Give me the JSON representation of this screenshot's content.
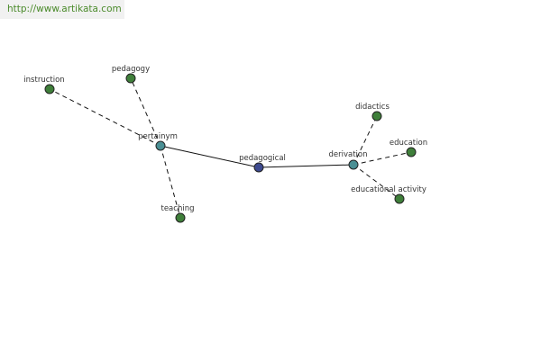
{
  "header": {
    "site_url": "http://www.artikata.com"
  },
  "colors": {
    "center_node": "#3d4a8f",
    "relation_node": "#4a8f94",
    "leaf_node": "#3f7f3a",
    "url_text": "#4a8a2a"
  },
  "graph": {
    "nodes": [
      {
        "id": "pedagogical",
        "label": "pedagogical",
        "kind": "center"
      },
      {
        "id": "pertainym",
        "label": "pertainym",
        "kind": "relation"
      },
      {
        "id": "derivation",
        "label": "derivation",
        "kind": "relation"
      },
      {
        "id": "instruction",
        "label": "instruction",
        "kind": "leaf"
      },
      {
        "id": "pedagogy",
        "label": "pedagogy",
        "kind": "leaf"
      },
      {
        "id": "teaching",
        "label": "teaching",
        "kind": "leaf"
      },
      {
        "id": "didactics",
        "label": "didactics",
        "kind": "leaf"
      },
      {
        "id": "education",
        "label": "education",
        "kind": "leaf"
      },
      {
        "id": "educational-activity",
        "label": "educational activity",
        "kind": "leaf"
      }
    ],
    "edges": [
      {
        "from": "pedagogical",
        "to": "pertainym",
        "style": "solid"
      },
      {
        "from": "pedagogical",
        "to": "derivation",
        "style": "solid"
      },
      {
        "from": "pertainym",
        "to": "instruction",
        "style": "dashed"
      },
      {
        "from": "pertainym",
        "to": "pedagogy",
        "style": "dashed"
      },
      {
        "from": "pertainym",
        "to": "teaching",
        "style": "dashed"
      },
      {
        "from": "derivation",
        "to": "didactics",
        "style": "dashed"
      },
      {
        "from": "derivation",
        "to": "education",
        "style": "dashed"
      },
      {
        "from": "derivation",
        "to": "educational-activity",
        "style": "dashed"
      }
    ]
  }
}
